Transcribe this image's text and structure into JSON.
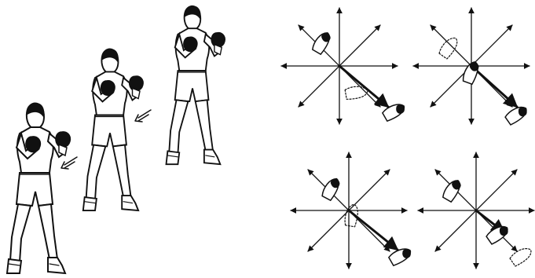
{
  "figure": {
    "panels": [
      {
        "id": "boxer-sequence",
        "figures": 3
      },
      {
        "id": "footwork-diagram-1"
      },
      {
        "id": "footwork-diagram-2"
      },
      {
        "id": "footwork-diagram-3"
      },
      {
        "id": "footwork-diagram-4"
      }
    ],
    "ink_color": "#111111",
    "paper_color": "#ffffff"
  }
}
